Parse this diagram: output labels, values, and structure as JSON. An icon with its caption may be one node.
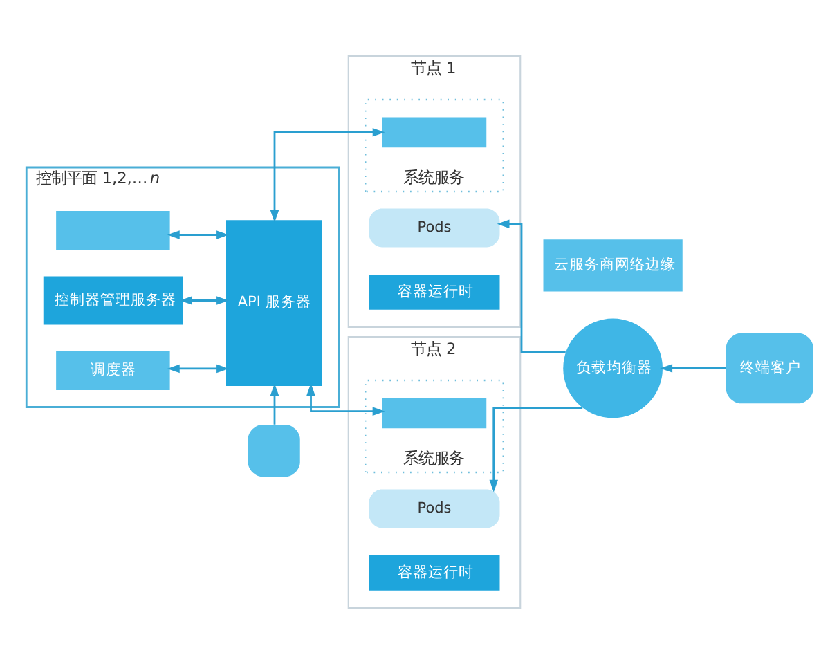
{
  "diagram": {
    "nodes": [
      {
        "text": [],
        "shape": "box"
      },
      {
        "text": [
          "控制平面 1,2,…*n*"
        ]
      },
      {
        "text": [],
        "shape": "box",
        "in": 1
      },
      {
        "text": [
          "控制器管理服务器"
        ],
        "in": 1
      },
      {
        "text": [
          "调度器"
        ],
        "in": 1
      },
      {
        "text": [
          "API 服务器"
        ],
        "in": 1
      },
      {
        "text": [
          "节点 1"
        ]
      },
      {
        "text": [
          "Pods"
        ],
        "in": 6
      },
      {
        "text": [
          "系统服务"
        ],
        "in": 6
      },
      {
        "text": [
          "容器运行时"
        ],
        "in": 6
      },
      {
        "text": [],
        "shape": "box",
        "in": 8
      },
      {
        "text": [
          "节点 2"
        ]
      },
      {
        "text": [
          "Pods"
        ],
        "in": 11
      },
      {
        "text": [
          "系统服务"
        ],
        "in": 11
      },
      {
        "text": [
          "容器运行时"
        ],
        "in": 11
      },
      {
        "text": [],
        "shape": "box",
        "in": 13
      },
      {
        "text": [
          "云服务商网络边缘"
        ]
      },
      {
        "text": [
          "负载均衡器"
        ]
      },
      {
        "text": [
          "终端客户"
        ]
      }
    ],
    "edges": [
      {
        "from": 0,
        "to": 5,
        "arrow": "to"
      },
      {
        "from": 2,
        "to": 5,
        "arrow": "both"
      },
      {
        "from": 3,
        "to": 5,
        "arrow": "both"
      },
      {
        "from": 4,
        "to": 5,
        "arrow": "both"
      },
      {
        "from": 5,
        "to": 10,
        "arrow": "both"
      },
      {
        "from": 5,
        "to": 15,
        "arrow": "both"
      },
      {
        "from": 17,
        "to": 7,
        "arrow": "to"
      },
      {
        "from": 17,
        "to": 12,
        "arrow": "to"
      },
      {
        "from": 18,
        "to": 17,
        "arrow": "to"
      }
    ]
  }
}
